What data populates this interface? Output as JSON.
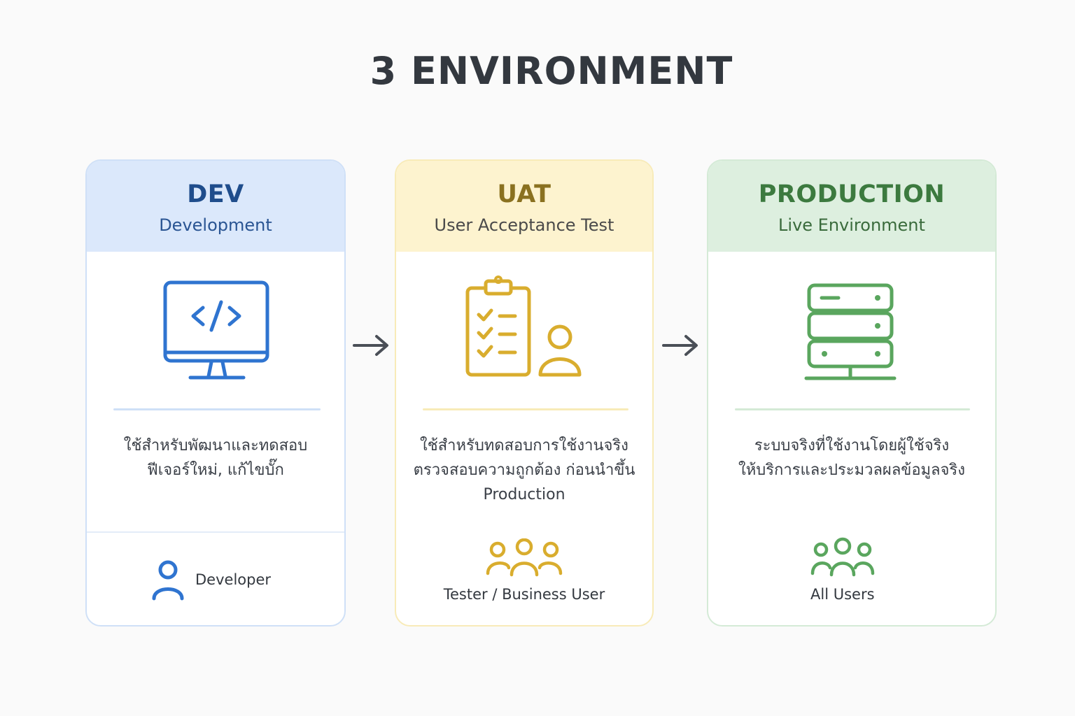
{
  "title": "3 ENVIRONMENT",
  "environments": [
    {
      "name": "DEV",
      "subtitle": "Development",
      "icon": "code-monitor-icon",
      "description": "ใช้สำหรับพัฒนาและทดสอบ\nฟีเจอร์ใหม่, แก้ไขบั๊ก",
      "role_icon": "user-icon",
      "role": "Developer",
      "color": "#2f74d0"
    },
    {
      "name": "UAT",
      "subtitle": "User Acceptance Test",
      "icon": "checklist-user-icon",
      "description": "ใช้สำหรับทดสอบการใช้งานจริง\nตรวจสอบความถูกต้อง ก่อนนำขึ้น\nProduction",
      "role_icon": "users-group-icon",
      "role": "Tester / Business User",
      "color": "#d9ad2e"
    },
    {
      "name": "PRODUCTION",
      "subtitle": "Live Environment",
      "icon": "server-icon",
      "description": "ระบบจริงที่ใช้งานโดยผู้ใช้จริง\nให้บริการและประมวลผลข้อมูลจริง",
      "role_icon": "users-group-icon",
      "role": "All Users",
      "color": "#5aa65e"
    }
  ],
  "arrows": [
    "arrow-right-icon",
    "arrow-right-icon"
  ]
}
